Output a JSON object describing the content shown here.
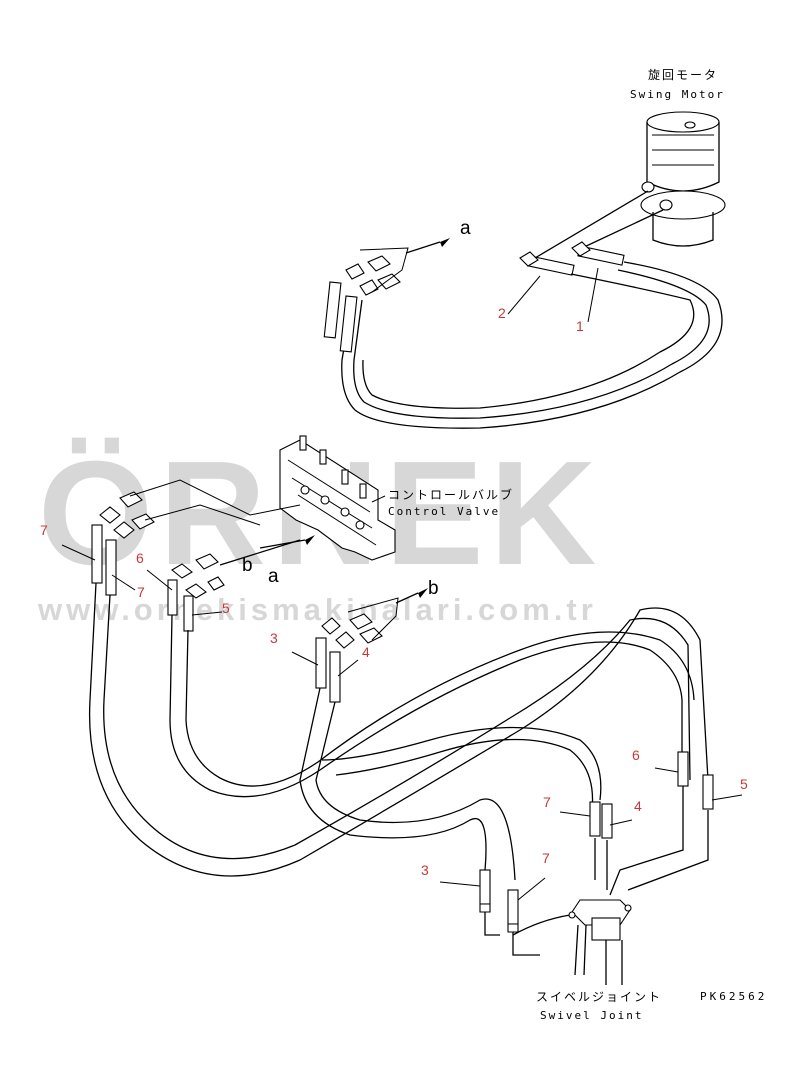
{
  "labels": {
    "swing_motor_jp": "旋回モータ",
    "swing_motor_en": "Swing Motor",
    "control_valve_jp": "コントロールバルブ",
    "control_valve_en": "Control Valve",
    "swivel_joint_jp": "スイベルジョイント",
    "swivel_joint_en": "Swivel Joint",
    "drawing_code": "PK62562"
  },
  "ports": {
    "a_top": "a",
    "a_mid": "a",
    "b_mid": "b",
    "b_right": "b"
  },
  "callouts": {
    "c1": "1",
    "c2": "2",
    "c3a": "3",
    "c4a": "4",
    "c5a": "5",
    "c6a": "6",
    "c7a": "7",
    "c7b": "7",
    "c6b": "6",
    "c5b": "5",
    "c7c": "7",
    "c4b": "4",
    "c3b": "3",
    "c7d": "7"
  },
  "watermark": {
    "brand": "ÖRNEK",
    "url": "www.ornekismakinalari.com.tr"
  },
  "colors": {
    "callout": "#c43a3a",
    "line": "#000000",
    "watermark": "#9a9a9a"
  }
}
